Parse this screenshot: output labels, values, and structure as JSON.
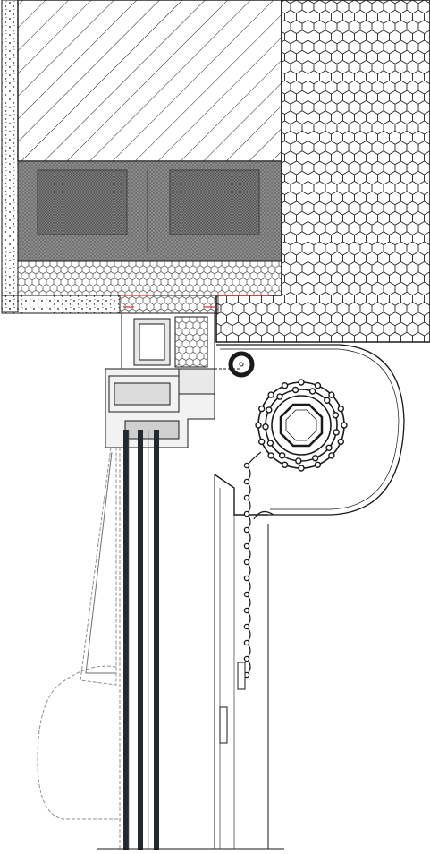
{
  "drawing": {
    "kind": "window head section with roller shutter box",
    "components": [
      "concrete-lintel",
      "honeycomb-insulation",
      "render-layer",
      "reinforced-beam",
      "window-frame-profile",
      "glazing-unit",
      "roller-shutter-box",
      "shutter-drum",
      "shutter-guide-rail",
      "curtain-rod",
      "interior-trim"
    ]
  },
  "colors": {
    "line": "#1a1a1a",
    "gray": "#8f8f8f",
    "darkgray": "#6e6e6e",
    "accent": "#e0302a"
  }
}
